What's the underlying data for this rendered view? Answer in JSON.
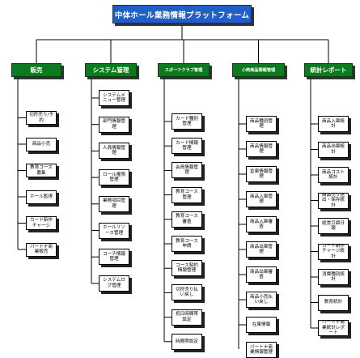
{
  "root": {
    "label": "中体ホール業務情報プラットフォーム"
  },
  "categories": [
    {
      "label": "販売",
      "items": [
        "切符売り/予約",
        "商品小売",
        "教育コース募集",
        "ホール監視",
        "カード新作チャージ",
        "パートナ商業販売"
      ]
    },
    {
      "label": "システム管理",
      "items": [
        "システムメニュー管理",
        "部門情報管理",
        "人員情報管理",
        "ロール権限管理",
        "業務項目管理",
        "ホールリソース管理",
        "コーチ情報管理",
        "システムログ管理"
      ]
    },
    {
      "label": "スポーツクラブ管理",
      "items": [
        "カード種別管理",
        "カード情報管理",
        "会員情報管理",
        "教育コース管理",
        "教育コース審査",
        "教育コース申請",
        "コース契約情報管理",
        "切符売り払い戻し",
        "祝日時間帯設定",
        "時間帯設定"
      ]
    },
    {
      "label": "小売商品情報管理",
      "items": [
        "商品種別管理",
        "商品情報管理",
        "倉庫情報管理",
        "商品入庫管理",
        "商品入庫審査",
        "商品出庫管理",
        "商品出庫審査",
        "商品小売払い戻し",
        "在庫情報",
        "パートナ商業情報管理"
      ]
    },
    {
      "label": "統計レポート",
      "items": [
        "商品入庫統計",
        "商品出庫統計",
        "商品コスト統計",
        "商品売り送出・保存統計",
        "経営引締日報",
        "カード新作チャージ統計",
        "消費種別統計",
        "教育統計",
        "パートナ商業統計レポート"
      ]
    }
  ]
}
